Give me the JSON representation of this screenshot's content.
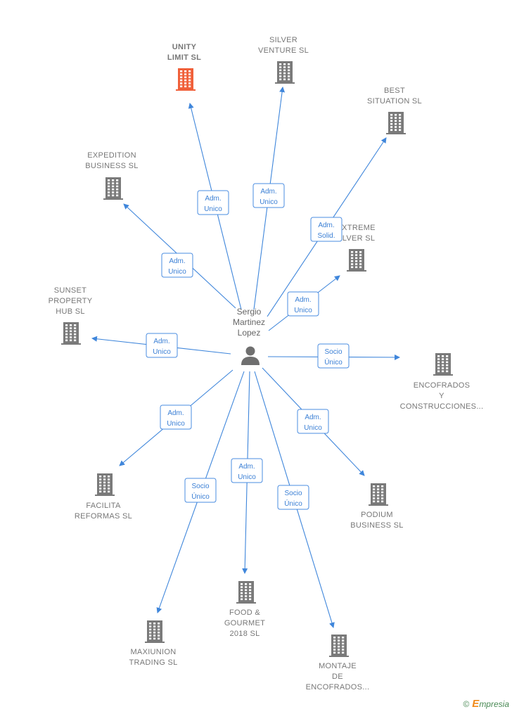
{
  "person": {
    "name_lines": [
      "Sergio",
      "Martinez",
      "Lopez"
    ]
  },
  "colors": {
    "edge": "#3f86db",
    "building": "#7a7a7a",
    "building_highlight": "#f0603a",
    "label": "#777777"
  },
  "companies": [
    {
      "id": "unity",
      "lines": [
        "UNITY",
        "LIMIT  SL"
      ],
      "highlight": true,
      "rel": [
        "Adm.",
        "Unico"
      ]
    },
    {
      "id": "silver",
      "lines": [
        "SILVER",
        "VENTURE  SL"
      ],
      "highlight": false,
      "rel": [
        "Adm.",
        "Unico"
      ]
    },
    {
      "id": "best",
      "lines": [
        "BEST",
        "SITUATION  SL"
      ],
      "highlight": false,
      "rel": [
        "Adm.",
        "Solid."
      ]
    },
    {
      "id": "expedition",
      "lines": [
        "EXPEDITION",
        "BUSINESS  SL"
      ],
      "highlight": false,
      "rel": [
        "Adm.",
        "Unico"
      ]
    },
    {
      "id": "xtreme",
      "lines": [
        "XTREME",
        "LVER  SL"
      ],
      "highlight": false,
      "rel": [
        "Adm.",
        "Unico"
      ]
    },
    {
      "id": "sunset",
      "lines": [
        "SUNSET",
        "PROPERTY",
        "HUB  SL"
      ],
      "highlight": false,
      "rel": [
        "Adm.",
        "Unico"
      ]
    },
    {
      "id": "encofrados",
      "lines": [
        "ENCOFRADOS",
        "Y",
        "CONSTRUCCIONES..."
      ],
      "highlight": false,
      "rel": [
        "Socio",
        "Único"
      ]
    },
    {
      "id": "facilita",
      "lines": [
        "FACILITA",
        "REFORMAS  SL"
      ],
      "highlight": false,
      "rel": [
        "Adm.",
        "Unico"
      ]
    },
    {
      "id": "podium",
      "lines": [
        "PODIUM",
        "BUSINESS  SL"
      ],
      "highlight": false,
      "rel": [
        "Adm.",
        "Unico"
      ]
    },
    {
      "id": "food",
      "lines": [
        "FOOD &",
        "GOURMET",
        "2018  SL"
      ],
      "highlight": false,
      "rel": [
        "Adm.",
        "Unico"
      ]
    },
    {
      "id": "maxiunion",
      "lines": [
        "MAXIUNION",
        "TRADING SL"
      ],
      "highlight": false,
      "rel": [
        "Socio",
        "Único"
      ]
    },
    {
      "id": "montaje",
      "lines": [
        "MONTAJE",
        "DE",
        "ENCOFRADOS..."
      ],
      "highlight": false,
      "rel": [
        "Socio",
        "Único"
      ]
    }
  ],
  "brand": {
    "copyright": "©",
    "initial": "E",
    "name": "mpresia"
  }
}
